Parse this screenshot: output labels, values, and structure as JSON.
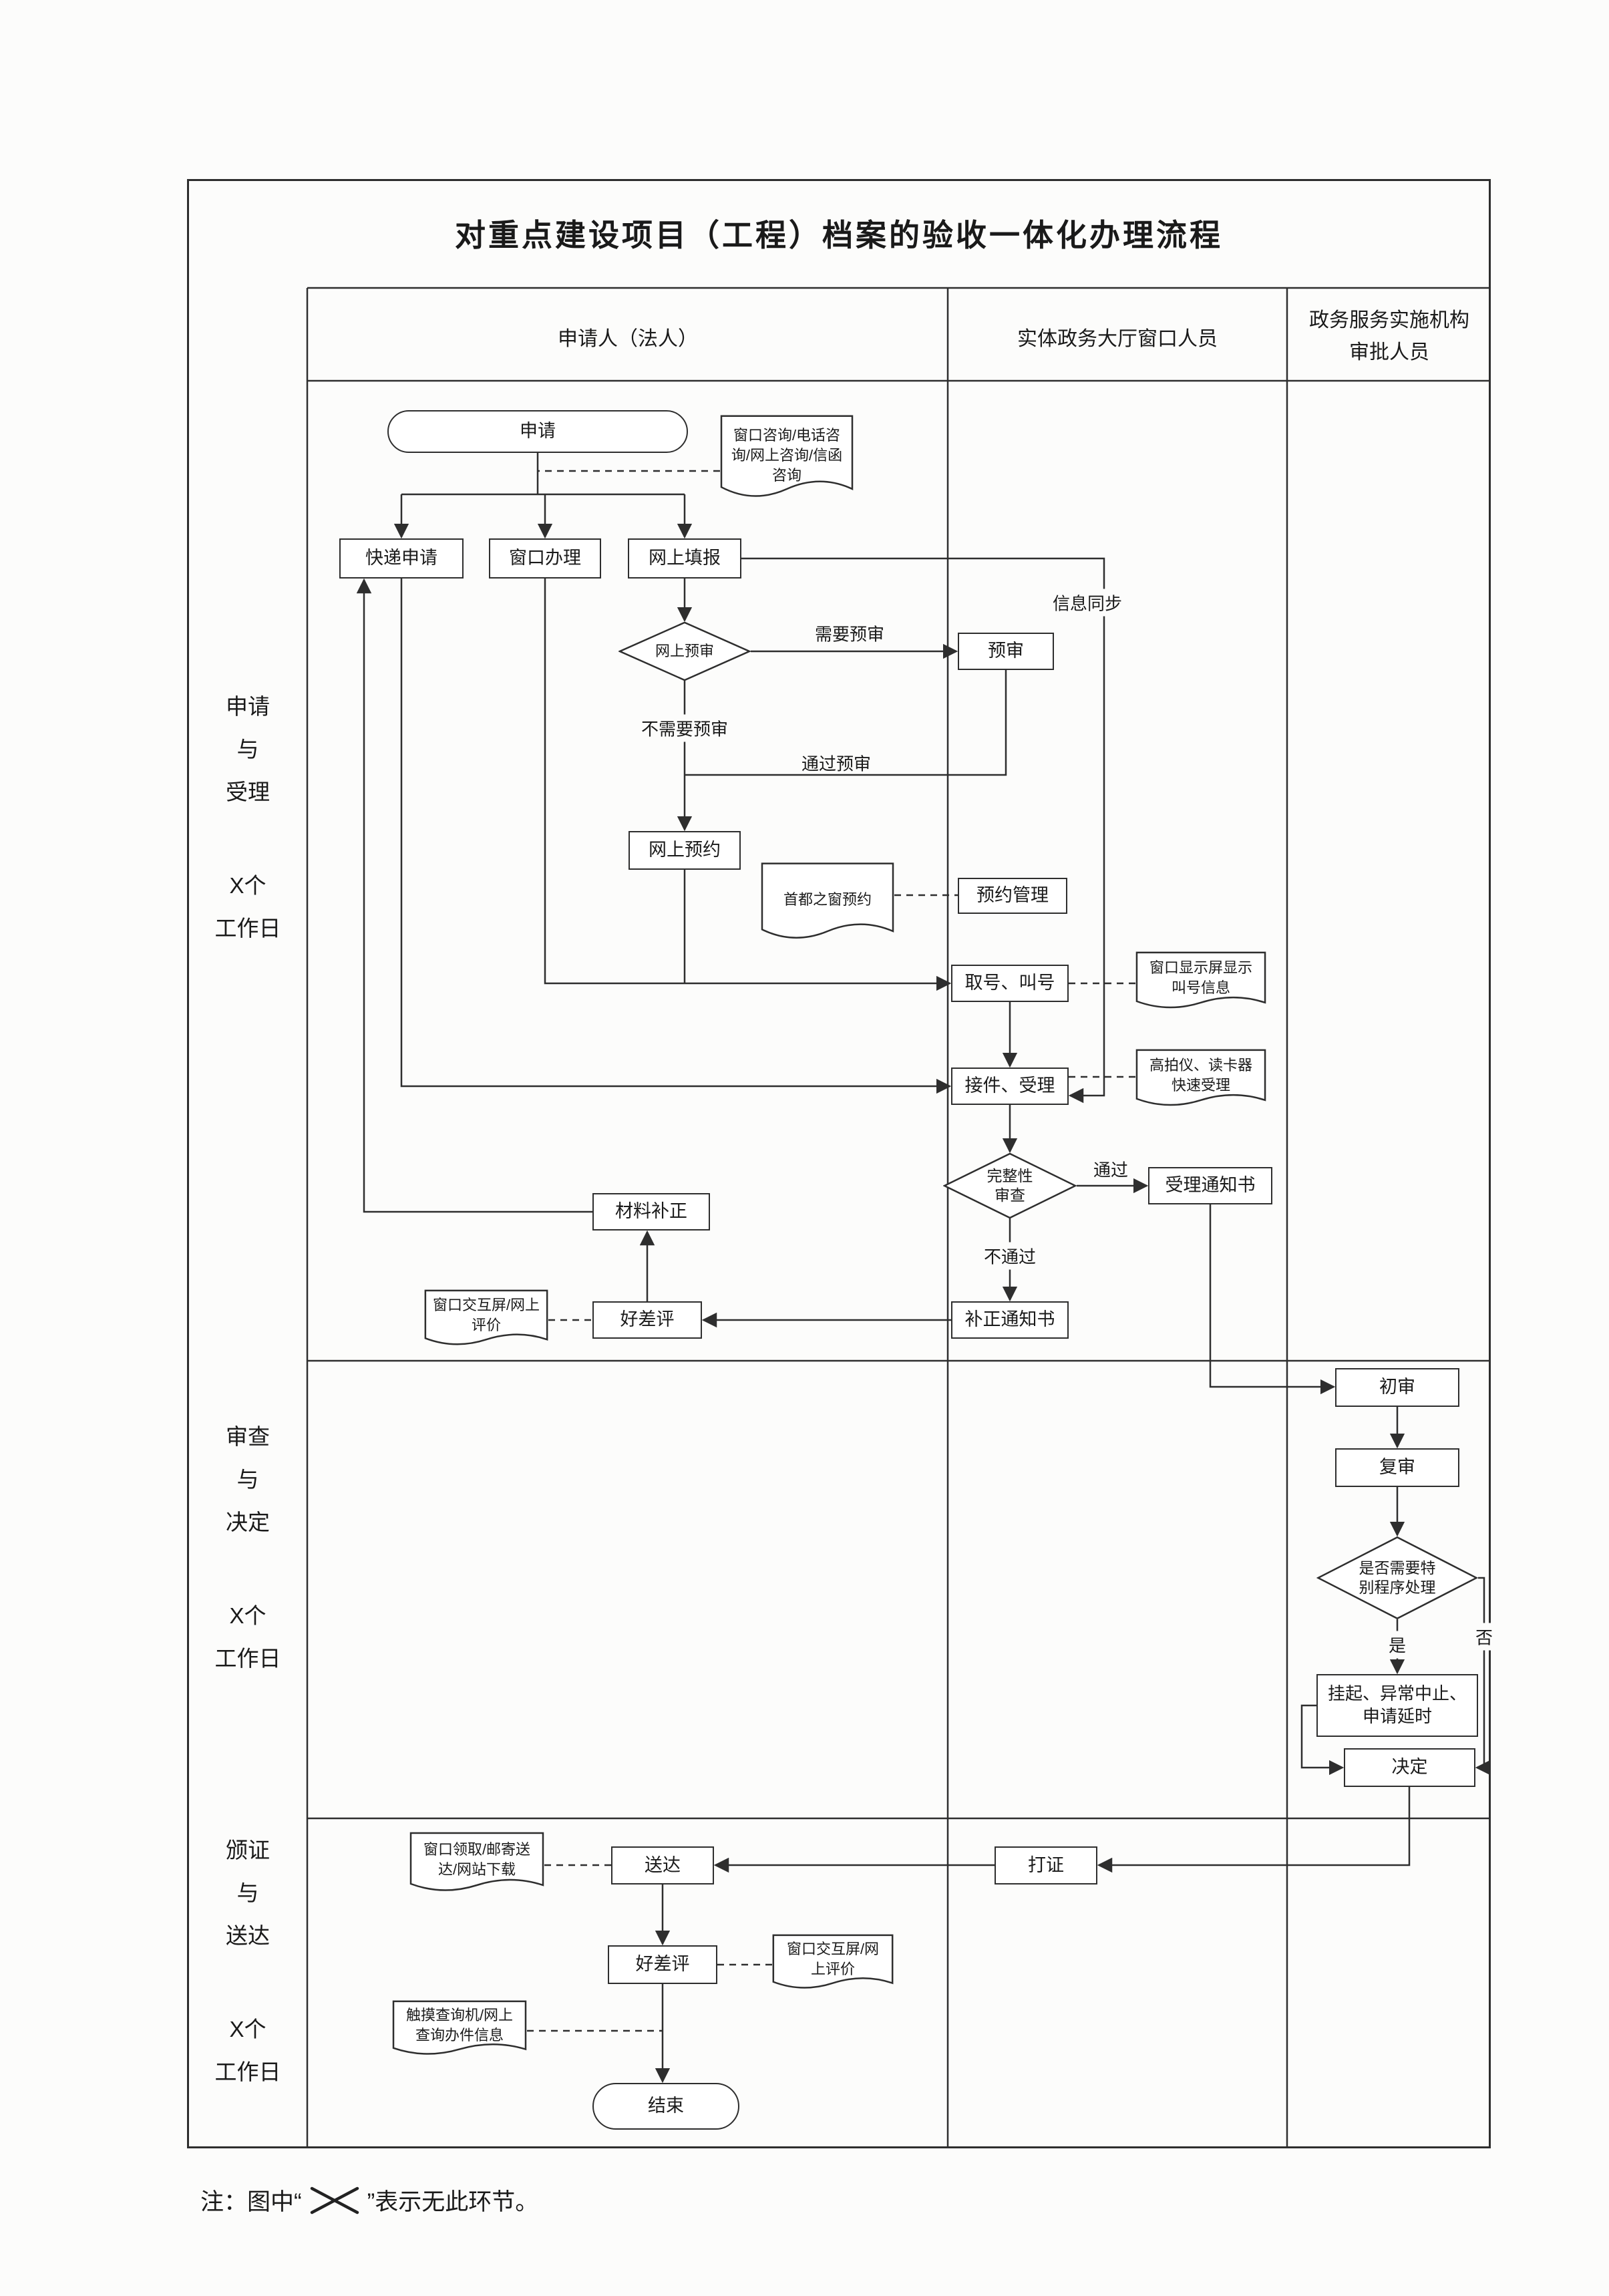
{
  "title": "对重点建设项目（工程）档案的验收一体化办理流程",
  "lanes": {
    "applicant": "申请人（法人）",
    "hall": "实体政务大厅窗口人员",
    "agency_line1": "政务服务实施机构",
    "agency_line2": "审批人员"
  },
  "phases": [
    {
      "l1": "申请",
      "l2": "与",
      "l3": "受理",
      "d1": "X个",
      "d2": "工作日"
    },
    {
      "l1": "审查",
      "l2": "与",
      "l3": "决定",
      "d1": "X个",
      "d2": "工作日"
    },
    {
      "l1": "颁证",
      "l2": "与",
      "l3": "送达",
      "d1": "X个",
      "d2": "工作日"
    }
  ],
  "nodes": {
    "apply": "申请",
    "consult_doc": "窗口咨询/电话咨询/网上咨询/信函咨询",
    "express": "快递申请",
    "window_handle": "窗口办理",
    "online_fill": "网上填报",
    "online_precheck": "网上预审",
    "precheck": "预审",
    "online_booking": "网上预约",
    "capital_doc": "首都之窗预约",
    "booking_mgmt": "预约管理",
    "take_number": "取号、叫号",
    "screen_doc": "窗口显示屏显示叫号信息",
    "accept": "接件、受理",
    "scanner_doc": "高拍仪、读卡器快速受理",
    "completeness": "完整性审查",
    "accept_notice": "受理通知书",
    "correction_notice": "补正通知书",
    "material_fix": "材料补正",
    "rating1": "好差评",
    "rating_doc1": "窗口交互屏/网上评价",
    "first_review": "初审",
    "second_review": "复审",
    "special_check": "是否需要特别程序处理",
    "suspend": "挂起、异常中止、申请延时",
    "decide": "决定",
    "print_cert": "打证",
    "deliver": "送达",
    "deliver_doc": "窗口领取/邮寄送达/网站下载",
    "rating2": "好差评",
    "rating_doc2": "窗口交互屏/网上评价",
    "query_doc": "触摸查询机/网上查询办件信息",
    "end": "结束"
  },
  "edge_labels": {
    "info_sync": "信息同步",
    "need_precheck": "需要预审",
    "no_precheck": "不需要预审",
    "pass_precheck": "通过预审",
    "pass": "通过",
    "fail": "不通过",
    "yes": "是",
    "no": "否"
  },
  "note": {
    "prefix": "注：图中“",
    "suffix": "”表示无此环节。"
  }
}
